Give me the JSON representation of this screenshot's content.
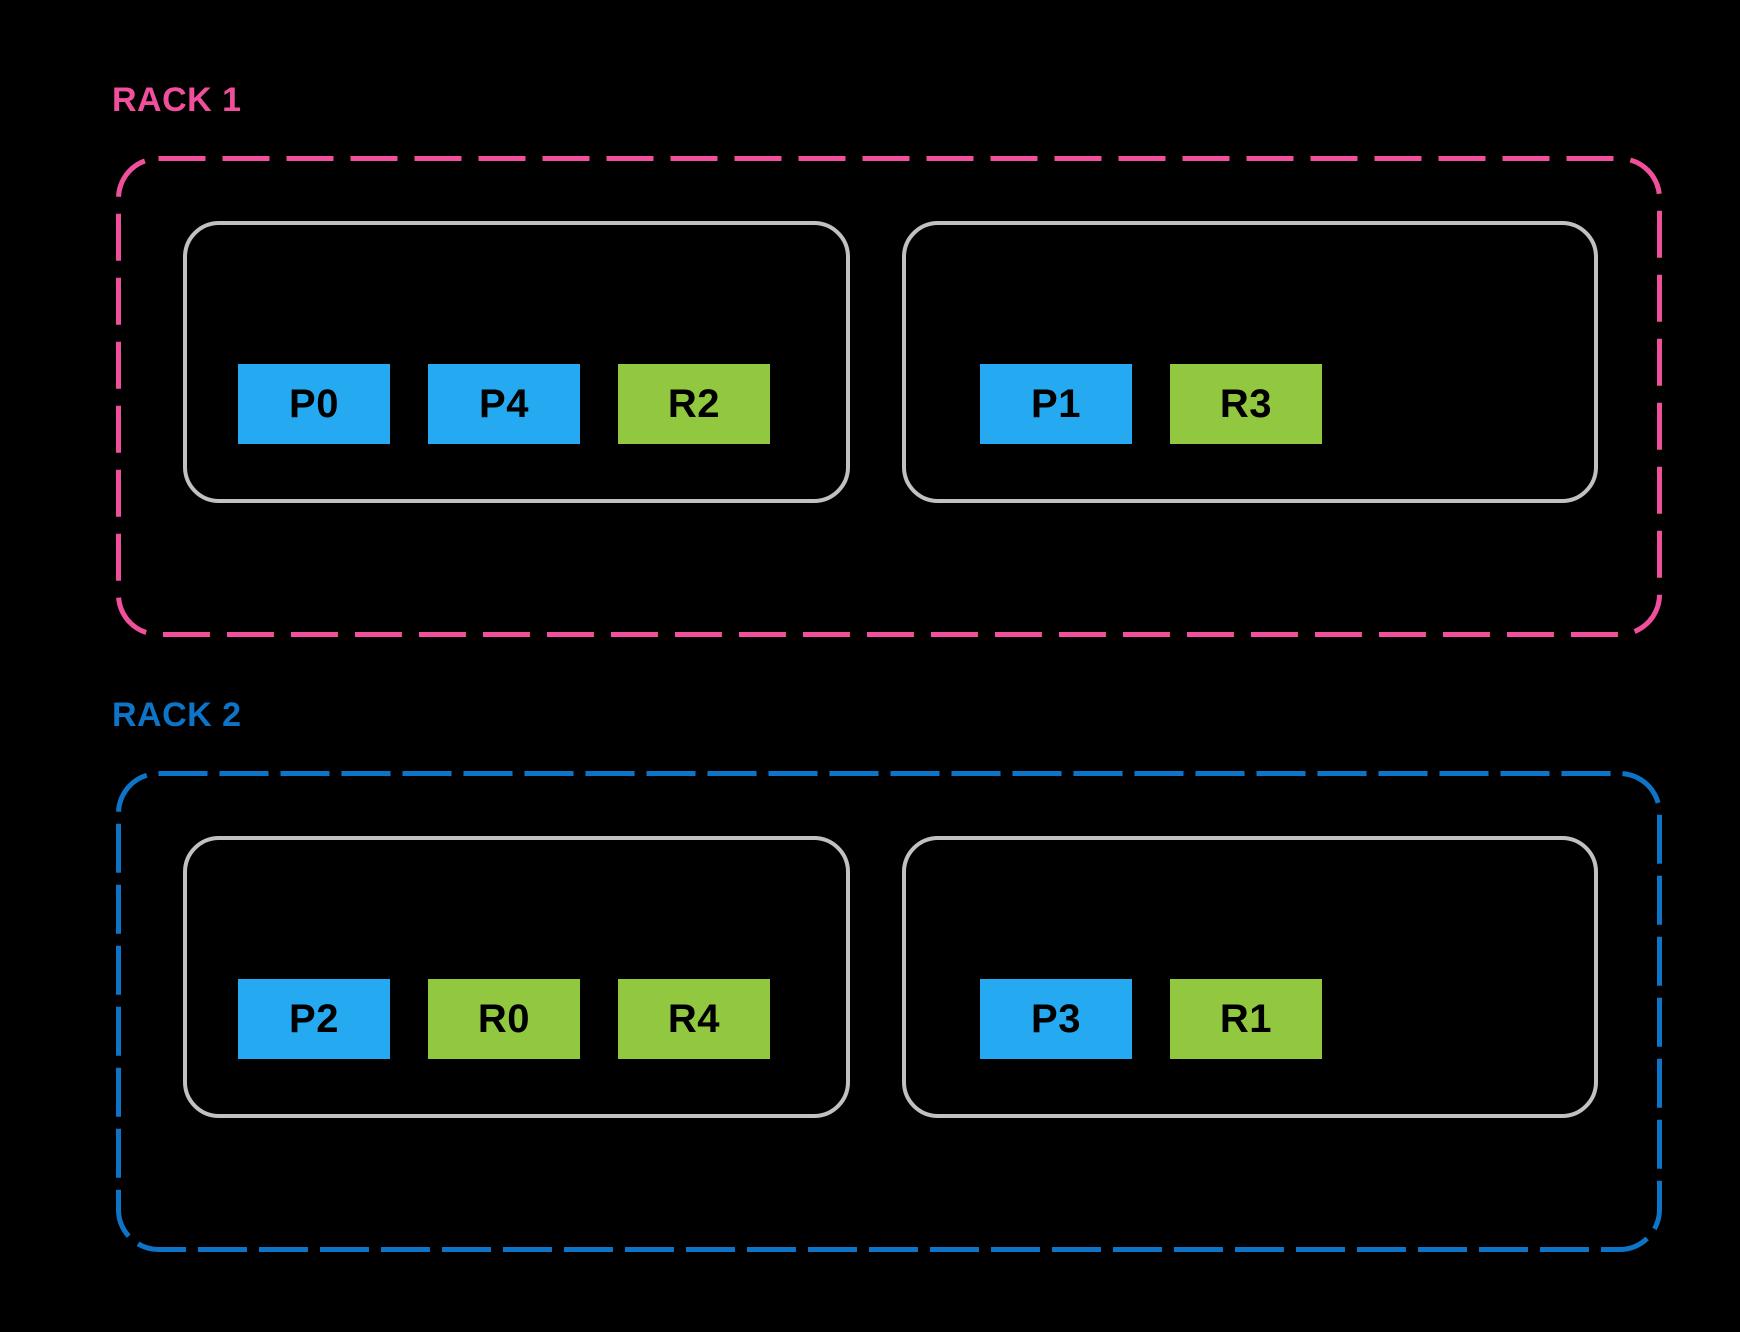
{
  "colors": {
    "background": "#000000",
    "partition_chip": "#25A9F0",
    "replica_chip": "#92C740",
    "node_border": "#C1C1C1",
    "chip_text": "#000000"
  },
  "racks": [
    {
      "label": "RACK 1",
      "color": "#F0509B",
      "nodes": [
        {
          "chips": [
            {
              "label": "P0",
              "kind": "partition"
            },
            {
              "label": "P4",
              "kind": "partition"
            },
            {
              "label": "R2",
              "kind": "replica"
            }
          ]
        },
        {
          "chips": [
            {
              "label": "P1",
              "kind": "partition"
            },
            {
              "label": "R3",
              "kind": "replica"
            }
          ]
        }
      ]
    },
    {
      "label": "RACK 2",
      "color": "#0E74C8",
      "nodes": [
        {
          "chips": [
            {
              "label": "P2",
              "kind": "partition"
            },
            {
              "label": "R0",
              "kind": "replica"
            },
            {
              "label": "R4",
              "kind": "replica"
            }
          ]
        },
        {
          "chips": [
            {
              "label": "P3",
              "kind": "partition"
            },
            {
              "label": "R1",
              "kind": "replica"
            }
          ]
        }
      ]
    }
  ]
}
